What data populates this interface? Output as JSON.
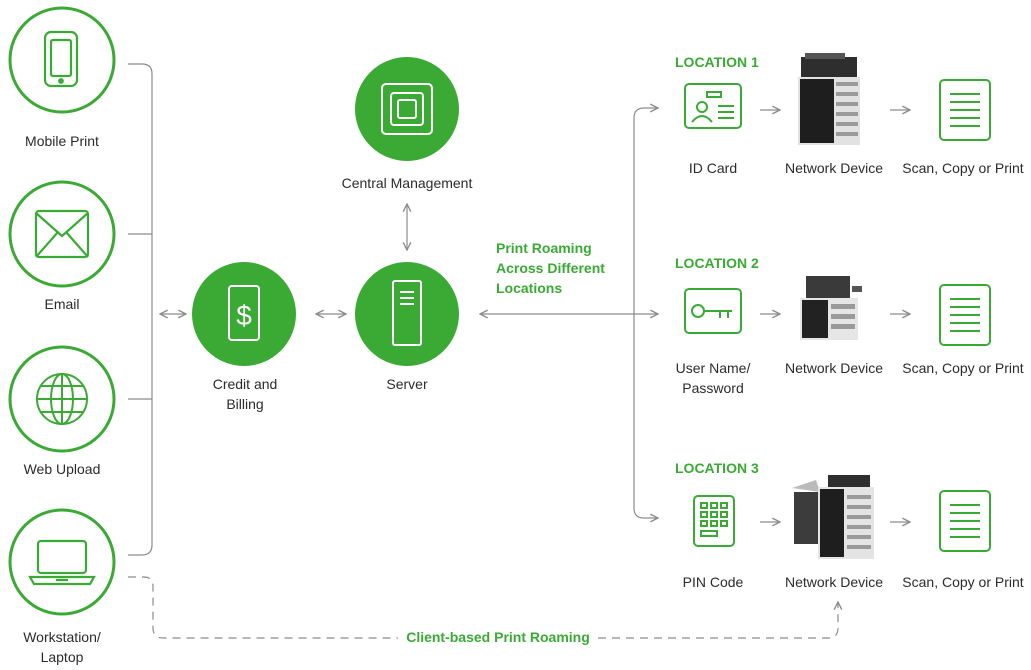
{
  "colors": {
    "green": "#3aaa35",
    "line": "#8c8c8c",
    "text": "#2b2b2b"
  },
  "sources": [
    {
      "label": "Mobile Print",
      "icon": "mobile-phone-icon"
    },
    {
      "label": "Email",
      "icon": "envelope-icon"
    },
    {
      "label": "Web Upload",
      "icon": "globe-icon"
    },
    {
      "label": "Workstation/ Laptop",
      "icon": "laptop-icon"
    }
  ],
  "hub": {
    "central": {
      "label": "Central Management",
      "icon": "management-icon"
    },
    "billing": {
      "label": "Credit and Billing",
      "icon": "dollar-icon"
    },
    "server": {
      "label": "Server",
      "icon": "server-icon"
    }
  },
  "roaming_label": "Print Roaming Across Different Locations",
  "client_roaming_label": "Client-based Print Roaming",
  "locations": [
    {
      "title": "LOCATION 1",
      "auth": "ID Card",
      "auth_icon": "id-card-icon",
      "device": "Network Device",
      "output": "Scan, Copy or Print"
    },
    {
      "title": "LOCATION 2",
      "auth": "User Name/ Password",
      "auth_icon": "key-icon",
      "device": "Network Device",
      "output": "Scan, Copy or Print"
    },
    {
      "title": "LOCATION 3",
      "auth": "PIN Code",
      "auth_icon": "keypad-icon",
      "device": "Network Device",
      "output": "Scan, Copy or Print"
    }
  ]
}
